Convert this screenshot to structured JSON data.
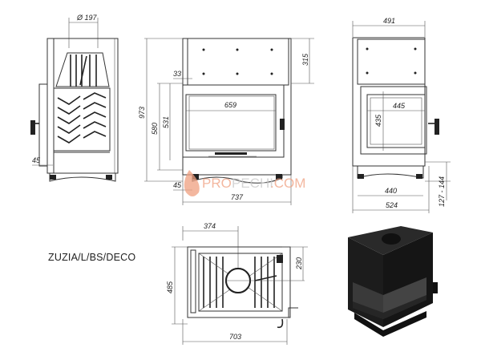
{
  "model_name": "ZUZIA/L/BS/DECO",
  "watermark": {
    "prefix": "PRO",
    "middle": "PECHI",
    "suffix": ".COM",
    "color": "#f0a080"
  },
  "side_view": {
    "flue_diameter": "Ø 197",
    "door_offset": "45"
  },
  "front_view": {
    "total_height": "973",
    "body_height": "580",
    "glass_height": "531",
    "top_offset": "33",
    "upper_height": "315",
    "glass_width": "659",
    "bottom_offset": "45",
    "total_width": "737"
  },
  "right_view": {
    "top_width": "491",
    "glass_width": "445",
    "glass_height": "435",
    "base_width": "440",
    "total_width": "524",
    "leg_height_range": "127 - 144"
  },
  "top_view": {
    "flue_offset": "374",
    "flue_depth": "230",
    "depth": "485",
    "width": "703"
  },
  "render_3d": {
    "label": "3d-render"
  }
}
